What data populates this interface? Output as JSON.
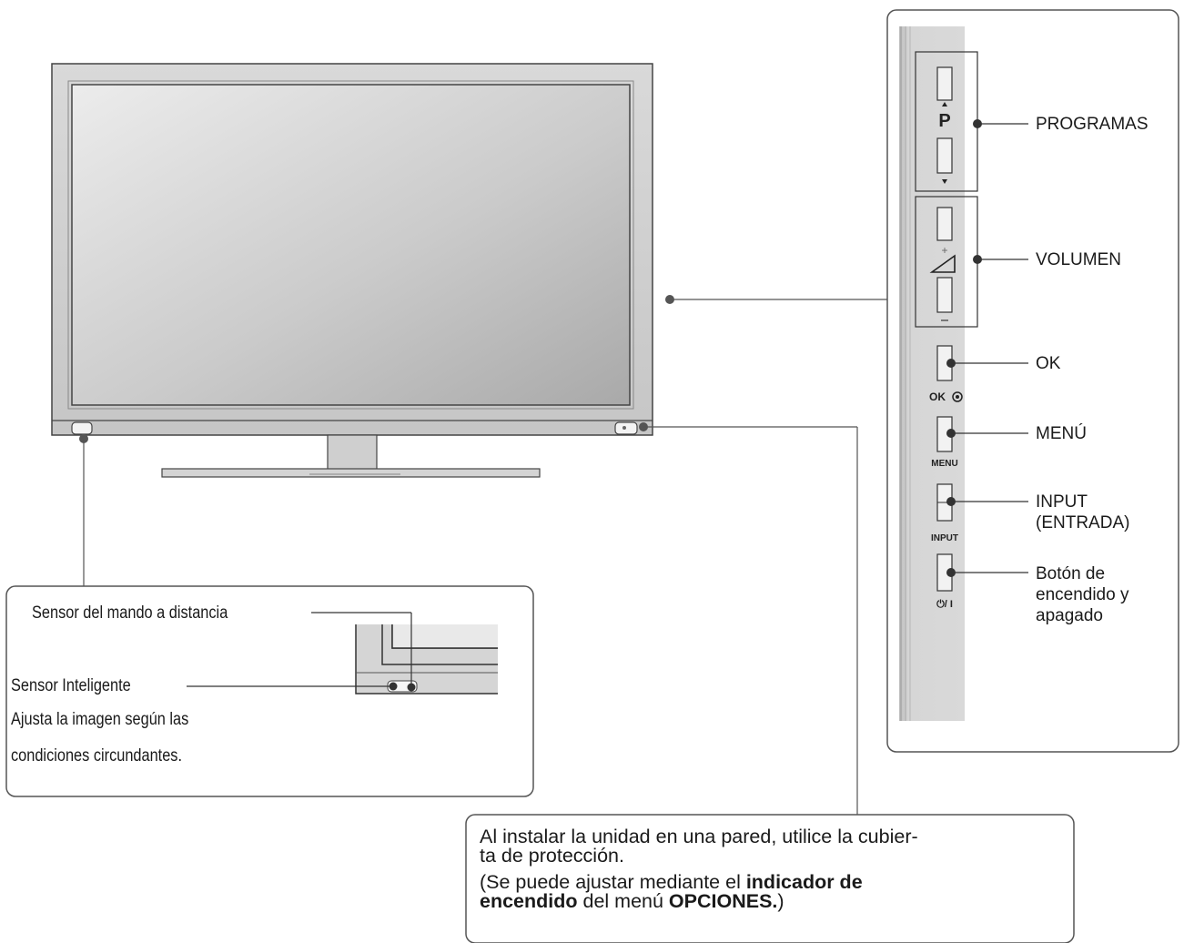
{
  "side_panel": {
    "labels": {
      "programas": "PROGRAMAS",
      "volumen": "VOLUMEN",
      "ok": "OK",
      "menu": "MENÚ",
      "input_line1": "INPUT",
      "input_line2": "(ENTRADA)",
      "power_line1": "Botón de",
      "power_line2": "encendido y",
      "power_line3": "apagado"
    },
    "button_marks": {
      "prog": "P",
      "ok": "OK",
      "menu": "MENU",
      "input": "INPUT",
      "power": "⏻/ I"
    }
  },
  "sensor_box": {
    "remote_sensor": "Sensor del mando a distancia",
    "smart_sensor": "Sensor Inteligente",
    "desc_line1": "Ajusta la imagen según las",
    "desc_line2": "condiciones circundantes."
  },
  "note_box": {
    "line1": "Al instalar la unidad en una pared, utilice la cubier-",
    "line2": "ta de protección.",
    "line3_pre": "(Se puede ajustar mediante el ",
    "line3_bold": "indicador de",
    "line4_bold1": "encendido",
    "line4_mid": " del menú ",
    "line4_bold2": "OPCIONES.",
    "line4_post": ")"
  },
  "colors": {
    "bezel": "#cfcfcf",
    "screen_light": "#e6e6e6",
    "screen_dark": "#a8a8a8",
    "line": "#555555"
  }
}
